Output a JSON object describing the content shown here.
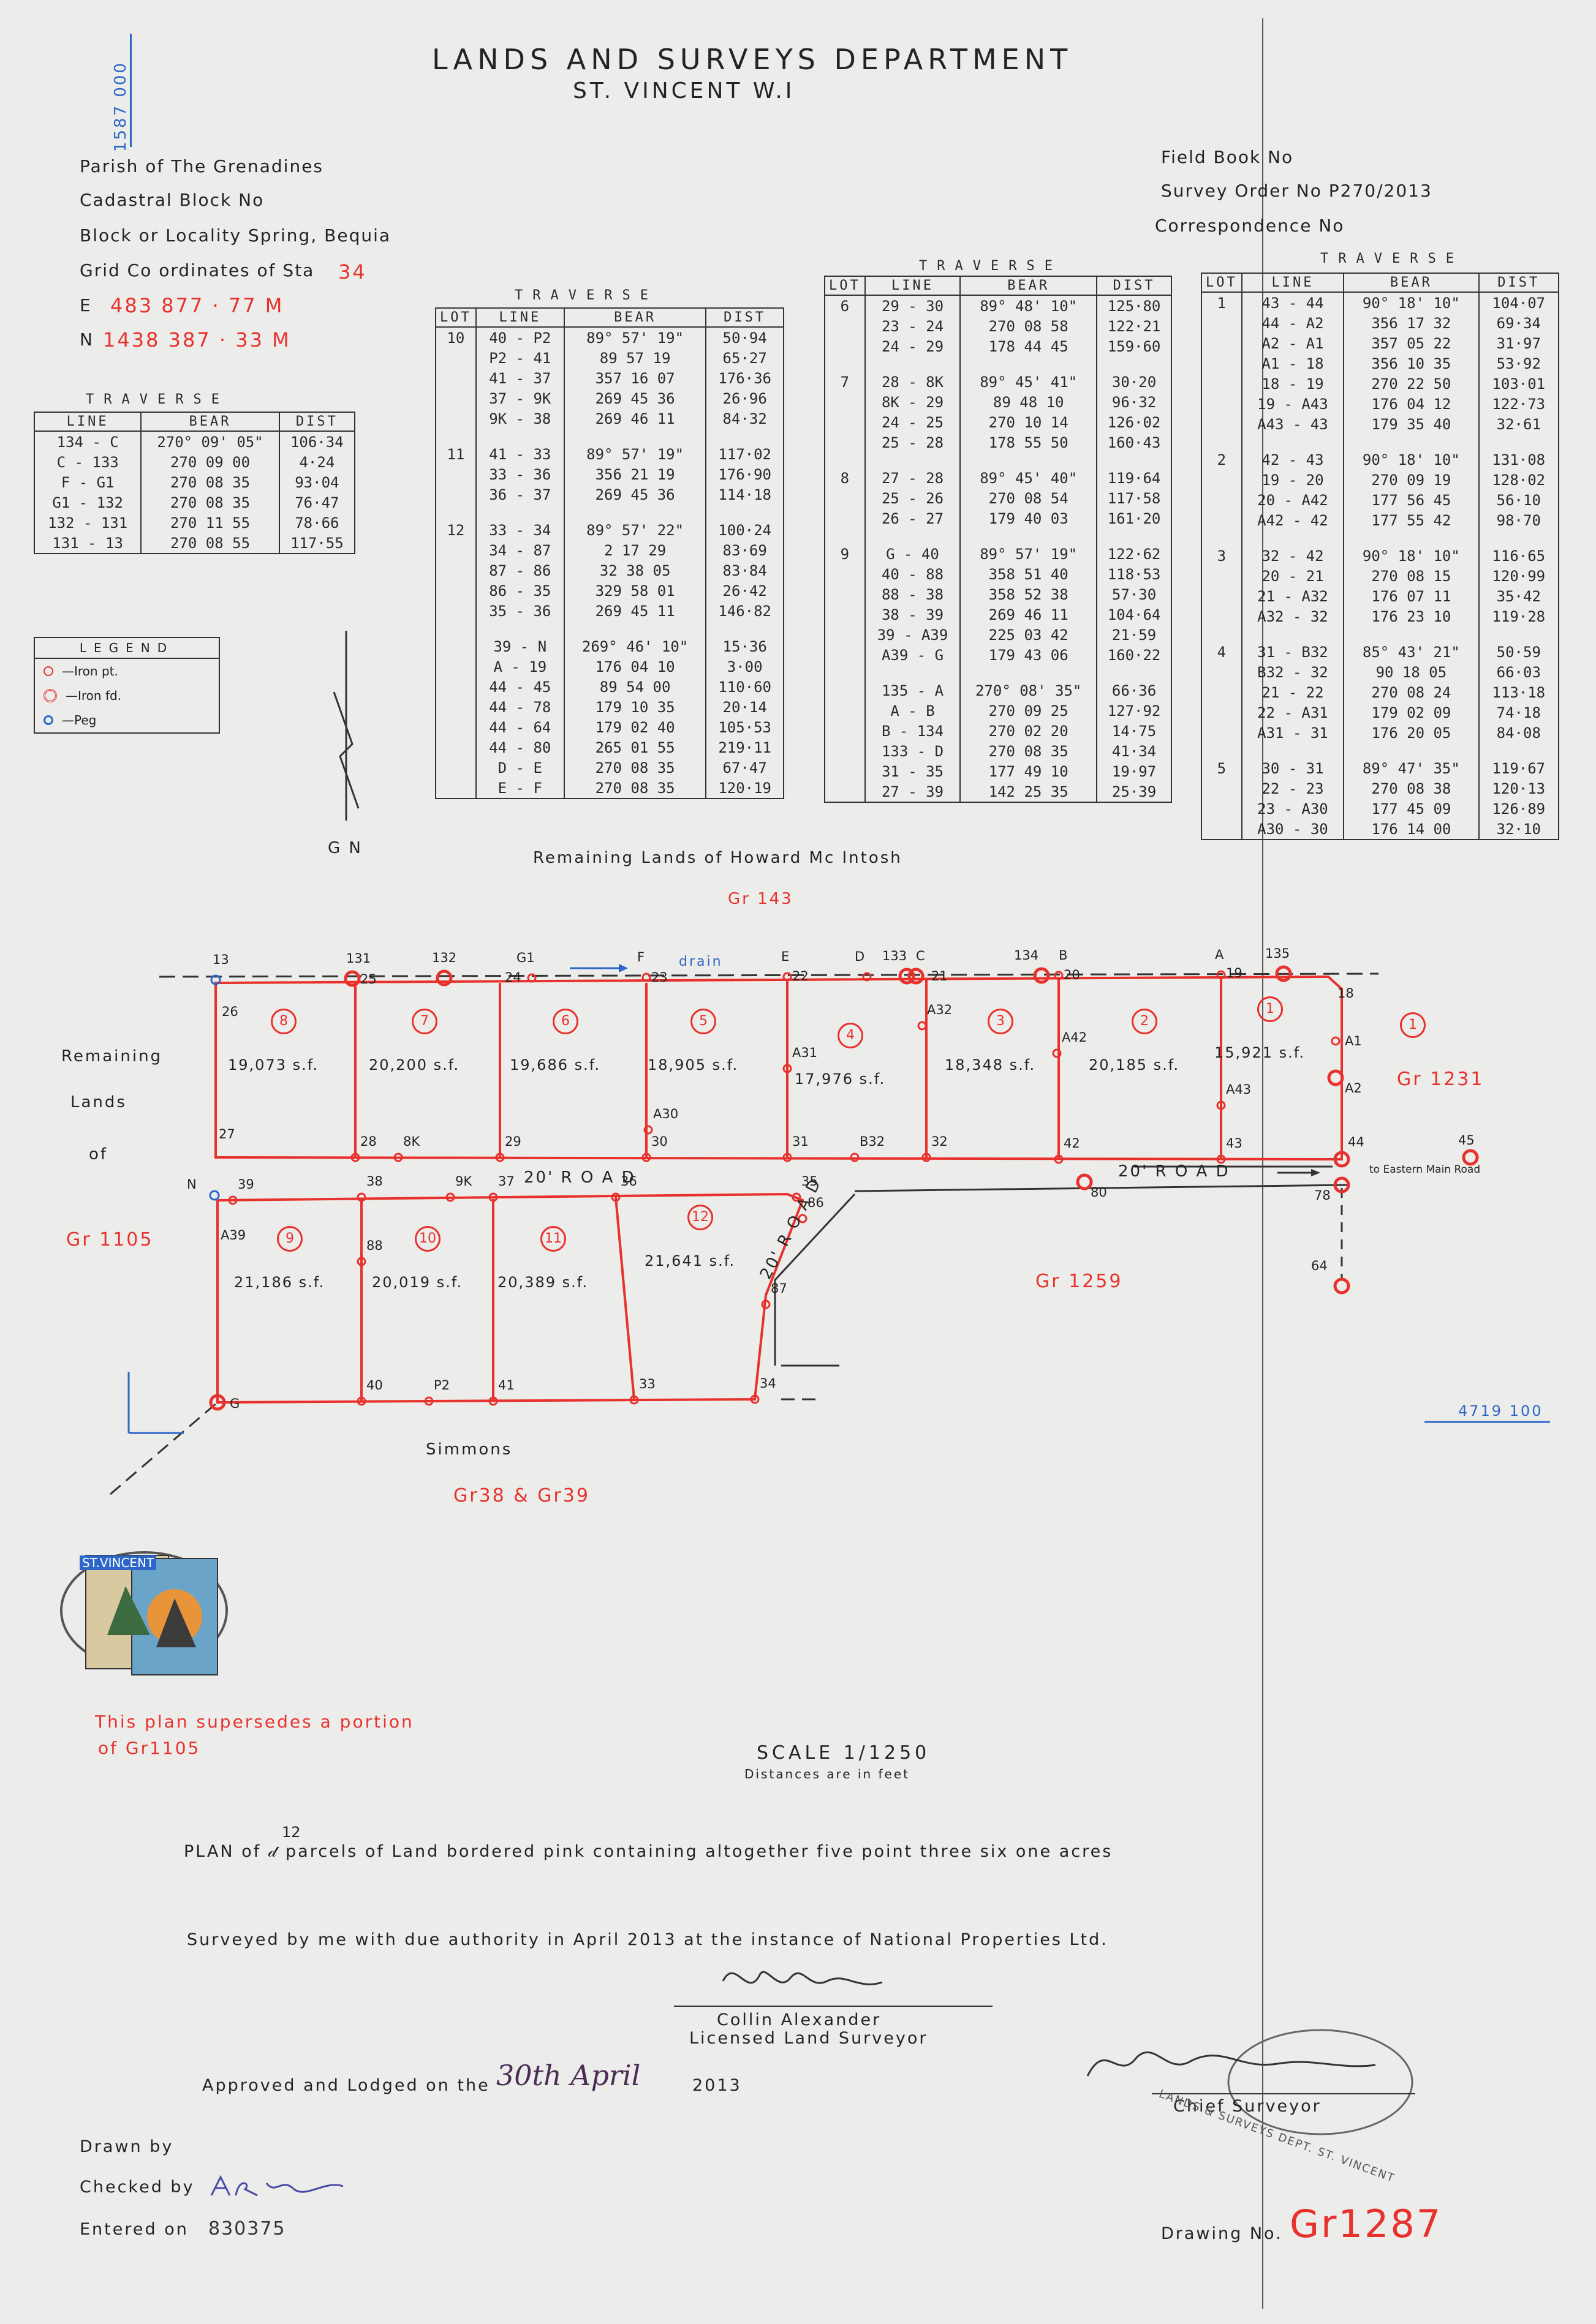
{
  "header": {
    "department": "LANDS AND SURVEYS DEPARTMENT",
    "location": "ST. VINCENT W.I",
    "margin_ref": "1587 000",
    "parish": "Parish of The Grenadines",
    "cadastral_block": "Cadastral Block No",
    "locality": "Block or Locality Spring, Bequia",
    "grid_coordinates": "Grid Co ordinates of Sta",
    "station": "34",
    "easting_prefix": "E",
    "easting": "483 877 · 77 M",
    "northing_prefix": "N",
    "northing": "1438 387 · 33 M",
    "field_book": "Field Book No",
    "survey_order": "Survey Order No P270/2013",
    "correspondence": "Correspondence No"
  },
  "traverse_title": "TRAVERSE",
  "traverse_headers": {
    "lot": "LOT",
    "line": "LINE",
    "bear": "BEAR",
    "dist": "DIST"
  },
  "traverse_small": [
    [
      "134 - C",
      "270° 09' 05\"",
      "106·34"
    ],
    [
      "C - 133",
      "270 09 00",
      "4·24"
    ],
    [
      "F - G1",
      "270 08 35",
      "93·04"
    ],
    [
      "G1 - 132",
      "270 08 35",
      "76·47"
    ],
    [
      "132 - 131",
      "270 11 55",
      "78·66"
    ],
    [
      "131 - 13",
      "270 08 55",
      "117·55"
    ]
  ],
  "traverse_1": [
    [
      "10",
      "40 - P2",
      "89° 57' 19\"",
      "50·94"
    ],
    [
      "",
      "P2 - 41",
      "89 57 19",
      "65·27"
    ],
    [
      "",
      "41 - 37",
      "357 16 07",
      "176·36"
    ],
    [
      "",
      "37 - 9K",
      "269 45 36",
      "26·96"
    ],
    [
      "",
      "9K - 38",
      "269 46 11",
      "84·32"
    ],
    [
      "",
      "",
      "",
      ""
    ],
    [
      "11",
      "41 - 33",
      "89° 57' 19\"",
      "117·02"
    ],
    [
      "",
      "33 - 36",
      "356 21 19",
      "176·90"
    ],
    [
      "",
      "36 - 37",
      "269 45 36",
      "114·18"
    ],
    [
      "",
      "",
      "",
      ""
    ],
    [
      "12",
      "33 - 34",
      "89° 57' 22\"",
      "100·24"
    ],
    [
      "",
      "34 - 87",
      "2 17 29",
      "83·69"
    ],
    [
      "",
      "87 - 86",
      "32 38 05",
      "83·84"
    ],
    [
      "",
      "86 - 35",
      "329 58 01",
      "26·42"
    ],
    [
      "",
      "35 - 36",
      "269 45 11",
      "146·82"
    ],
    [
      "",
      "",
      "",
      ""
    ],
    [
      "",
      "39 - N",
      "269° 46' 10\"",
      "15·36"
    ],
    [
      "",
      "A - 19",
      "176 04 10",
      "3·00"
    ],
    [
      "",
      "44 - 45",
      "89 54 00",
      "110·60"
    ],
    [
      "",
      "44 - 78",
      "179 10 35",
      "20·14"
    ],
    [
      "",
      "44 - 64",
      "179 02 40",
      "105·53"
    ],
    [
      "",
      "44 - 80",
      "265 01 55",
      "219·11"
    ],
    [
      "",
      "D - E",
      "270 08 35",
      "67·47"
    ],
    [
      "",
      "E - F",
      "270 08 35",
      "120·19"
    ]
  ],
  "traverse_2": [
    [
      "6",
      "29 - 30",
      "89° 48' 10\"",
      "125·80"
    ],
    [
      "",
      "23 - 24",
      "270 08 58",
      "122·21"
    ],
    [
      "",
      "24 - 29",
      "178 44 45",
      "159·60"
    ],
    [
      "",
      "",
      "",
      ""
    ],
    [
      "7",
      "28 - 8K",
      "89° 45' 41\"",
      "30·20"
    ],
    [
      "",
      "8K - 29",
      "89 48 10",
      "96·32"
    ],
    [
      "",
      "24 - 25",
      "270 10 14",
      "126·02"
    ],
    [
      "",
      "25 - 28",
      "178 55 50",
      "160·43"
    ],
    [
      "",
      "",
      "",
      ""
    ],
    [
      "8",
      "27 - 28",
      "89° 45' 40\"",
      "119·64"
    ],
    [
      "",
      "25 - 26",
      "270 08 54",
      "117·58"
    ],
    [
      "",
      "26 - 27",
      "179 40 03",
      "161·20"
    ],
    [
      "",
      "",
      "",
      ""
    ],
    [
      "9",
      "G - 40",
      "89° 57' 19\"",
      "122·62"
    ],
    [
      "",
      "40 - 88",
      "358 51 40",
      "118·53"
    ],
    [
      "",
      "88 - 38",
      "358 52 38",
      "57·30"
    ],
    [
      "",
      "38 - 39",
      "269 46 11",
      "104·64"
    ],
    [
      "",
      "39 - A39",
      "225 03 42",
      "21·59"
    ],
    [
      "",
      "A39 - G",
      "179 43 06",
      "160·22"
    ],
    [
      "",
      "",
      "",
      ""
    ],
    [
      "",
      "135 - A",
      "270° 08' 35\"",
      "66·36"
    ],
    [
      "",
      "A - B",
      "270 09 25",
      "127·92"
    ],
    [
      "",
      "B - 134",
      "270 02 20",
      "14·75"
    ],
    [
      "",
      "133 - D",
      "270 08 35",
      "41·34"
    ],
    [
      "",
      "31 - 35",
      "177 49 10",
      "19·97"
    ],
    [
      "",
      "27 - 39",
      "142 25 35",
      "25·39"
    ]
  ],
  "traverse_3": [
    [
      "1",
      "43 - 44",
      "90° 18' 10\"",
      "104·07"
    ],
    [
      "",
      "44 - A2",
      "356 17 32",
      "69·34"
    ],
    [
      "",
      "A2 - A1",
      "357 05 22",
      "31·97"
    ],
    [
      "",
      "A1 - 18",
      "356 10 35",
      "53·92"
    ],
    [
      "",
      "18 - 19",
      "270 22 50",
      "103·01"
    ],
    [
      "",
      "19 - A43",
      "176 04 12",
      "122·73"
    ],
    [
      "",
      "A43 - 43",
      "179 35 40",
      "32·61"
    ],
    [
      "",
      "",
      "",
      ""
    ],
    [
      "2",
      "42 - 43",
      "90° 18' 10\"",
      "131·08"
    ],
    [
      "",
      "19 - 20",
      "270 09 19",
      "128·02"
    ],
    [
      "",
      "20 - A42",
      "177 56 45",
      "56·10"
    ],
    [
      "",
      "A42 - 42",
      "177 55 42",
      "98·70"
    ],
    [
      "",
      "",
      "",
      ""
    ],
    [
      "3",
      "32 - 42",
      "90° 18' 10\"",
      "116·65"
    ],
    [
      "",
      "20 - 21",
      "270 08 15",
      "120·99"
    ],
    [
      "",
      "21 - A32",
      "176 07 11",
      "35·42"
    ],
    [
      "",
      "A32 - 32",
      "176 23 10",
      "119·28"
    ],
    [
      "",
      "",
      "",
      ""
    ],
    [
      "4",
      "31 - B32",
      "85° 43' 21\"",
      "50·59"
    ],
    [
      "",
      "B32 - 32",
      "90 18 05",
      "66·03"
    ],
    [
      "",
      "21 - 22",
      "270 08 24",
      "113·18"
    ],
    [
      "",
      "22 - A31",
      "179 02 09",
      "74·18"
    ],
    [
      "",
      "A31 - 31",
      "176 20 05",
      "84·08"
    ],
    [
      "",
      "",
      "",
      ""
    ],
    [
      "5",
      "30 - 31",
      "89° 47' 35\"",
      "119·67"
    ],
    [
      "",
      "22 - 23",
      "270 08 38",
      "120·13"
    ],
    [
      "",
      "23 - A30",
      "177 45 09",
      "126·89"
    ],
    [
      "",
      "A30 - 30",
      "176 14 00",
      "32·10"
    ]
  ],
  "legend": {
    "title": "LEGEND",
    "items": [
      "—Iron pt.",
      "—Iron fd.",
      "—Peg"
    ],
    "colors": {
      "iron_pt": "#e8312d",
      "iron_fd": "#e8312d",
      "peg": "#2d66c8"
    }
  },
  "map": {
    "north": "G N",
    "remaining_top": "Remaining Lands of Howard Mc Intosh",
    "gr143": "Gr 143",
    "remaining_left": [
      "Remaining",
      "Lands",
      "of"
    ],
    "gr1105": "Gr 1105",
    "gr1231": "Gr 1231",
    "gr1259": "Gr 1259",
    "simmons": "Simmons",
    "gr38": "Gr38 & Gr39",
    "drain": "drain",
    "road_a": "20' R O A D",
    "road_b": "20' R O A D",
    "road_c": "20' R O A D",
    "eastern": "to Eastern Main Road",
    "ref_4719": "4719 100",
    "lots": [
      {
        "num": "8",
        "area": "19,073 s.f."
      },
      {
        "num": "7",
        "area": "20,200 s.f."
      },
      {
        "num": "6",
        "area": "19,686 s.f."
      },
      {
        "num": "5",
        "area": "18,905 s.f."
      },
      {
        "num": "4",
        "area": "17,976 s.f."
      },
      {
        "num": "3",
        "area": "18,348 s.f."
      },
      {
        "num": "2",
        "area": "20,185 s.f."
      },
      {
        "num": "1",
        "area": "15,921 s.f."
      },
      {
        "num": "9",
        "area": "21,186 s.f."
      },
      {
        "num": "10",
        "area": "20,019 s.f."
      },
      {
        "num": "11",
        "area": "20,389 s.f."
      },
      {
        "num": "12",
        "area": "21,641 s.f."
      }
    ],
    "points": [
      "13",
      "131",
      "132",
      "G1",
      "F",
      "E",
      "D",
      "133",
      "C",
      "134",
      "B",
      "A",
      "135",
      "26",
      "25",
      "24",
      "23",
      "22",
      "21",
      "20",
      "19",
      "18",
      "A1",
      "A2",
      "A32",
      "A31",
      "A42",
      "A43",
      "A30",
      "27",
      "28",
      "8K",
      "29",
      "30",
      "31",
      "B32",
      "32",
      "42",
      "43",
      "44",
      "45",
      "N",
      "39",
      "38",
      "9K",
      "37",
      "36",
      "35",
      "86",
      "80",
      "78",
      "64",
      "A39",
      "88",
      "87",
      "G",
      "40",
      "P2",
      "41",
      "33",
      "34"
    ],
    "extra_lot_1": "1"
  },
  "footer": {
    "supersedes": "This plan supersedes a portion",
    "supersedes2": "of Gr1105",
    "scale": "SCALE 1/1250",
    "distances": "Distances are in feet",
    "parcels_count": "12",
    "plan_text": "PLAN of 𝒹 parcels of Land bordered pink containing altogether five point three six one acres",
    "surveyed_text": "Surveyed by me with due authority in April 2013 at the instance of National Properties Ltd.",
    "surveyor_name": "Collin Alexander",
    "surveyor_title": "Licensed Land Surveyor",
    "approved": "Approved and Lodged on the",
    "approved_date": "30th April",
    "approved_year": "2013",
    "chief": "Chief Surveyor",
    "drawn": "Drawn by",
    "checked": "Checked by",
    "entered": "Entered on",
    "entered_value": "830375",
    "drawing_no": "Drawing No.",
    "drawing_value": "Gr1287",
    "stamp_text": "LANDS & SURVEYS DEPT. ST. VINCENT",
    "stamp_top": "ST.VINCENT"
  }
}
